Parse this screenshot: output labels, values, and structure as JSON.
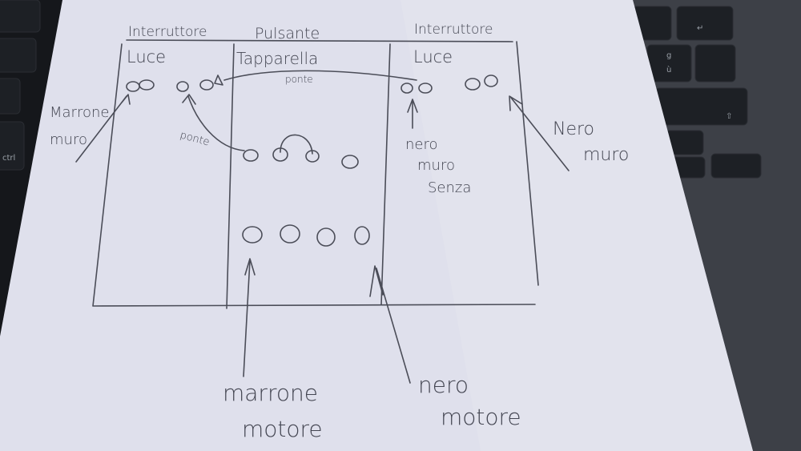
{
  "photo": {
    "keyboard_labels": {
      "ctrl": "ctrl",
      "g": "g",
      "u_grave": "ù"
    }
  },
  "diagram": {
    "columns": [
      {
        "header": "Interruttore",
        "title": "Luce"
      },
      {
        "header": "Pulsante",
        "title": "Tapparella"
      },
      {
        "header": "Interruttore",
        "title": "Luce"
      }
    ],
    "bridge_labels": {
      "top": "ponte",
      "left": "ponte"
    },
    "labels": {
      "marrone_muro": [
        "Marrone",
        "muro"
      ],
      "nero_muro_senza": [
        "nero",
        "muro",
        "Senza"
      ],
      "nero_muro_right": [
        "Nero",
        "muro"
      ],
      "marrone_motore": [
        "marrone",
        "motore"
      ],
      "nero_motore": [
        "nero",
        "motore"
      ]
    }
  }
}
